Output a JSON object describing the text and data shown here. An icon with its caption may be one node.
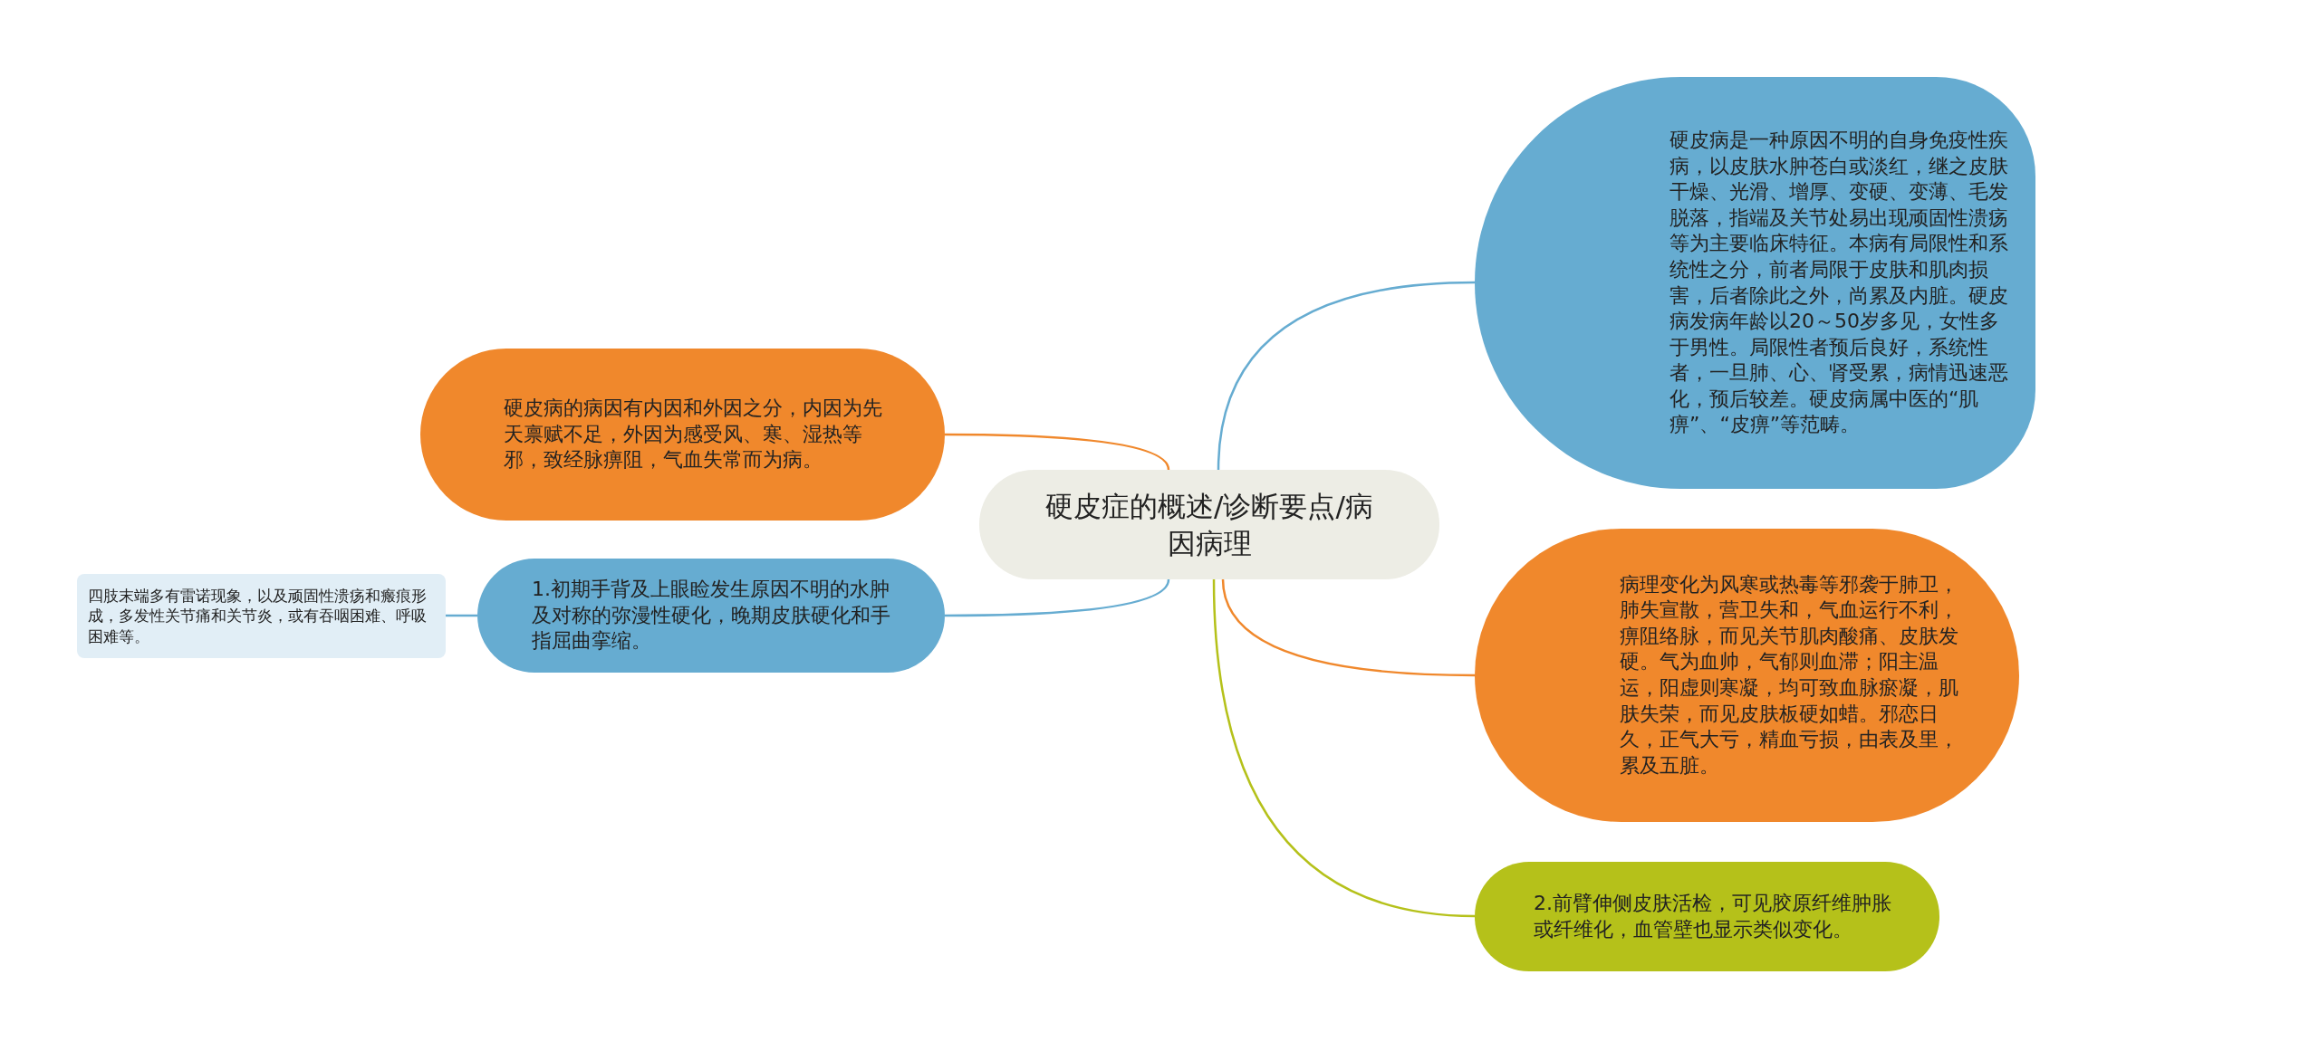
{
  "diagram": {
    "nodes": [
      {
        "text": [
          "硬皮症的概述/诊断要点/病因病理"
        ]
      },
      {
        "text": [
          "硬皮病的病因有内因和外因之分，内因为先天禀赋不足，外因为感受风、寒、湿热等邪，致经脉痹阻，气血失常而为病。"
        ]
      },
      {
        "text": [
          "1.初期手背及上眼睑发生原因不明的水肿及对称的弥漫性硬化，晚期皮肤硬化和手指屈曲挛缩。"
        ]
      },
      {
        "text": [
          "四肢末端多有雷诺现象，以及顽固性溃疡和瘢痕形成，多发性关节痛和关节炎，或有吞咽困难、呼吸困难等。"
        ]
      },
      {
        "text": [
          "硬皮病是一种原因不明的自身免疫性疾病，以皮肤水肿苍白或淡红，继之皮肤干燥、光滑、增厚、变硬、变薄、毛发脱落，指端及关节处易出现顽固性溃疡等为主要临床特征。本病有局限性和系统性之分，前者局限于皮肤和肌肉损害，后者除此之外，尚累及内脏。硬皮病发病年龄以20～50岁多见，女性多于男性。局限性者预后良好，系统性者，一旦肺、心、肾受累，病情迅速恶化，预后较差。硬皮病属中医的“肌痹”、“皮痹”等范畴。"
        ]
      },
      {
        "text": [
          "病理变化为风寒或热毒等邪袭于肺卫，肺失宣散，营卫失和，气血运行不利，痹阻络脉，而见关节肌肉酸痛、皮肤发硬。气为血帅，气郁则血滞；阳主温运，阳虚则寒凝，均可致血脉瘀凝，肌肤失荣，而见皮肤板硬如蜡。邪恋日久，正气大亏，精血亏损，由表及里，累及五脏。"
        ]
      },
      {
        "text": [
          "2.前臂伸侧皮肤活检，可见胶原纤维肿胀或纤维化，血管壁也显示类似变化。"
        ]
      }
    ],
    "edges": [
      {
        "from": 0,
        "to": 1,
        "arrow": "none",
        "color": "#f0882c"
      },
      {
        "from": 0,
        "to": 2,
        "arrow": "none",
        "color": "#66acd1"
      },
      {
        "from": 2,
        "to": 3,
        "arrow": "none",
        "color": "#66acd1"
      },
      {
        "from": 0,
        "to": 4,
        "arrow": "none",
        "color": "#66acd1"
      },
      {
        "from": 0,
        "to": 5,
        "arrow": "none",
        "color": "#f0882c"
      },
      {
        "from": 0,
        "to": 6,
        "arrow": "none",
        "color": "#b5c11a"
      }
    ]
  }
}
